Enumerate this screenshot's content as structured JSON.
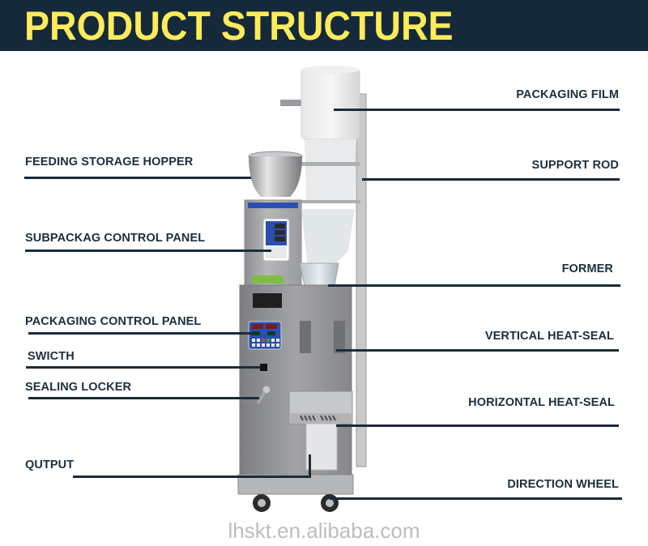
{
  "header": {
    "title": "PRODUCT STRUCTURE",
    "background_color": "#15293a",
    "title_color": "#fdeb5a"
  },
  "labels_left": [
    {
      "id": "feeding-storage-hopper",
      "text": "FEEDING STORAGE HOPPER"
    },
    {
      "id": "subpackag-control-panel",
      "text": "SUBPACKAG CONTROL PANEL"
    },
    {
      "id": "packaging-control-panel",
      "text": "PACKAGING CONTROL PANEL"
    },
    {
      "id": "switch",
      "text": "SWICTH"
    },
    {
      "id": "sealing-locker",
      "text": "SEALING LOCKER"
    },
    {
      "id": "output",
      "text": "QUTPUT"
    }
  ],
  "labels_right": [
    {
      "id": "packaging-film",
      "text": "PACKAGING FILM"
    },
    {
      "id": "support-rod",
      "text": "SUPPORT ROD"
    },
    {
      "id": "former",
      "text": "FORMER"
    },
    {
      "id": "vertical-heat-seal",
      "text": "VERTICAL HEAT-SEAL"
    },
    {
      "id": "horizontal-heat-seal",
      "text": "HORIZONTAL HEAT-SEAL"
    },
    {
      "id": "direction-wheel",
      "text": "DIRECTION WHEEL"
    }
  ],
  "watermark": "lhskt.en.alibaba.com",
  "colors": {
    "label_text": "#1d2f3c",
    "leader_line": "#1b2c39",
    "machine_steel": "#a9aaac",
    "panel_blue": "#2a4fb0"
  }
}
